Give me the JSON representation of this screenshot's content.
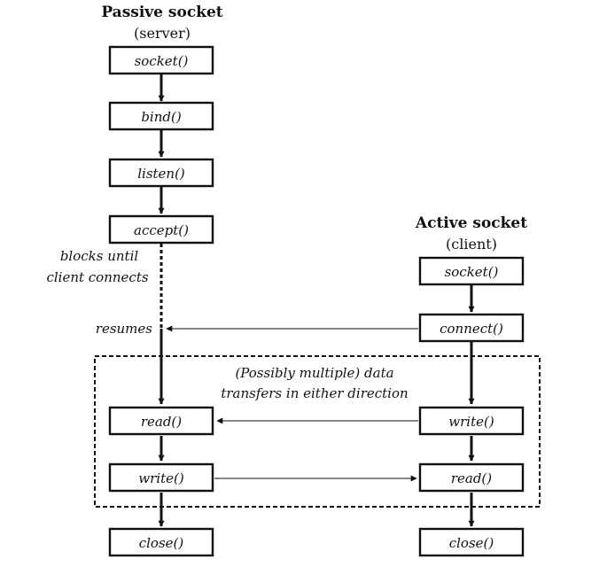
{
  "server": {
    "title": "Passive socket",
    "subtitle": "(server)",
    "steps": [
      "socket()",
      "bind()",
      "listen()",
      "accept()",
      "read()",
      "write()",
      "close()"
    ]
  },
  "client": {
    "title": "Active socket",
    "subtitle": "(client)",
    "steps": [
      "socket()",
      "connect()",
      "write()",
      "read()",
      "close()"
    ]
  },
  "notes": {
    "blocks_line1": "blocks until",
    "blocks_line2": "client connects",
    "resumes": "resumes",
    "transfer_line1": "(Possibly multiple) data",
    "transfer_line2": "transfers in either direction"
  }
}
